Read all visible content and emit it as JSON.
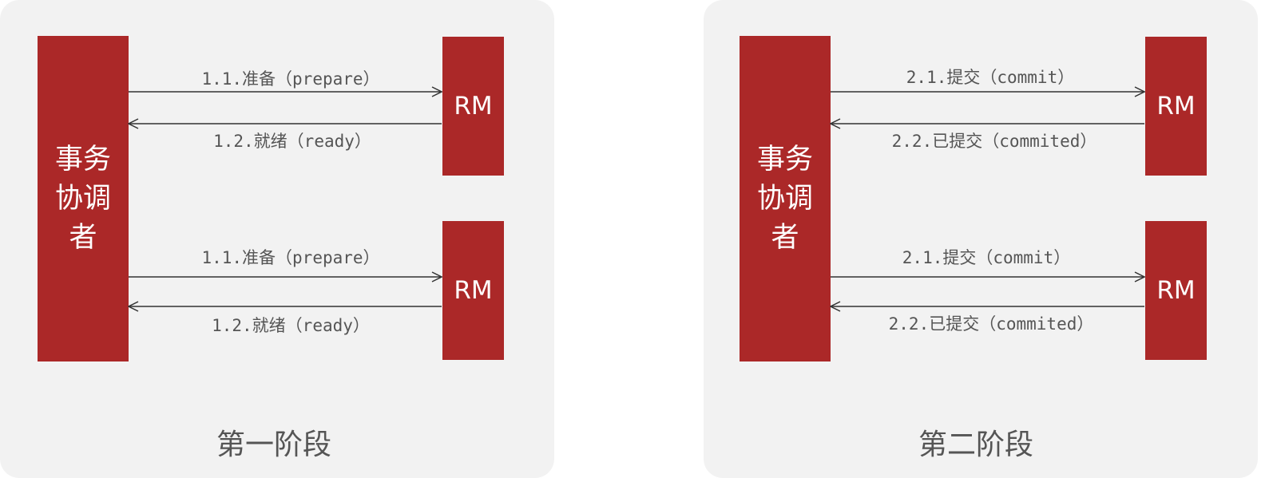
{
  "colors": {
    "panel_background": "#f2f2f2",
    "box_fill": "#ab2828",
    "box_text": "#ffffff",
    "label_text": "#555555",
    "arrow": "#333333"
  },
  "phase1": {
    "title": "第一阶段",
    "coordinator_label": "事务协调者",
    "rm_top_label": "RM",
    "rm_bottom_label": "RM",
    "top_request": "1.1.准备（prepare）",
    "top_response": "1.2.就绪（ready）",
    "bottom_request": "1.1.准备（prepare）",
    "bottom_response": "1.2.就绪（ready）"
  },
  "phase2": {
    "title": "第二阶段",
    "coordinator_label": "事务协调者",
    "rm_top_label": "RM",
    "rm_bottom_label": "RM",
    "top_request": "2.1.提交（commit）",
    "top_response": "2.2.已提交（commited）",
    "bottom_request": "2.1.提交（commit）",
    "bottom_response": "2.2.已提交（commited）"
  }
}
